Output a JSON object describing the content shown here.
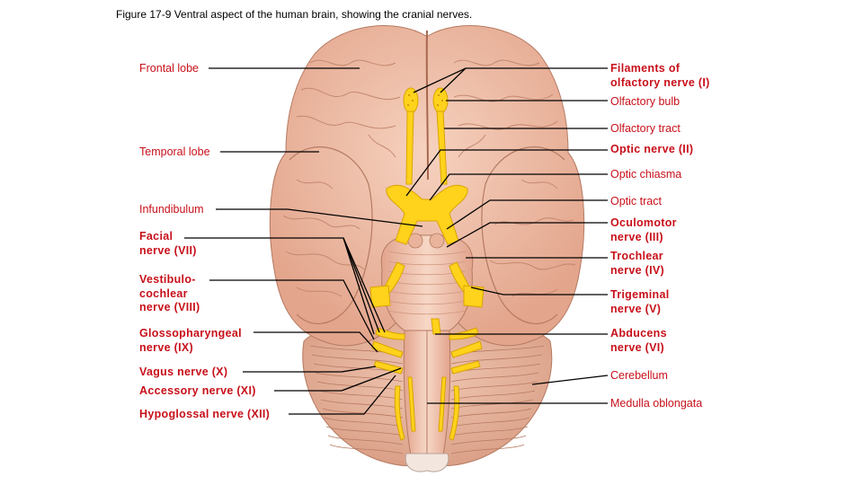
{
  "caption": "Figure 17-9 Ventral aspect of the human brain, showing the cranial nerves.",
  "colors": {
    "label": "#c8101a",
    "brain": "#f0bfa6",
    "brain_fold": "#c98a72",
    "nerve": "#ffd21c",
    "nerve_edge": "#d9a400",
    "cerebellum": "#e6b39c"
  },
  "labels_left": {
    "frontal_lobe": "Frontal lobe",
    "temporal_lobe": "Temporal lobe",
    "infundibulum": "Infundibulum",
    "facial_nerve": "Facial\nnerve (VII)",
    "vestibulocochlear_nerve": "Vestibulo-\ncochlear\nnerve (VIII)",
    "glossopharyngeal_nerve": "Glossopharyngeal\nnerve (IX)",
    "vagus_nerve": "Vagus nerve (X)",
    "accessory_nerve": "Accessory nerve (XI)",
    "hypoglossal_nerve": "Hypoglossal nerve (XII)"
  },
  "labels_right": {
    "olfactory_filaments": "Filaments of\nolfactory nerve (I)",
    "olfactory_bulb": "Olfactory bulb",
    "olfactory_tract": "Olfactory tract",
    "optic_nerve": "Optic nerve (II)",
    "optic_chiasma": "Optic chiasma",
    "optic_tract": "Optic tract",
    "oculomotor_nerve": "Oculomotor\nnerve (III)",
    "trochlear_nerve": "Trochlear\nnerve (IV)",
    "trigeminal_nerve": "Trigeminal\nnerve (V)",
    "abducens_nerve": "Abducens\nnerve (VI)",
    "cerebellum": "Cerebellum",
    "medulla_oblongata": "Medulla oblongata"
  }
}
